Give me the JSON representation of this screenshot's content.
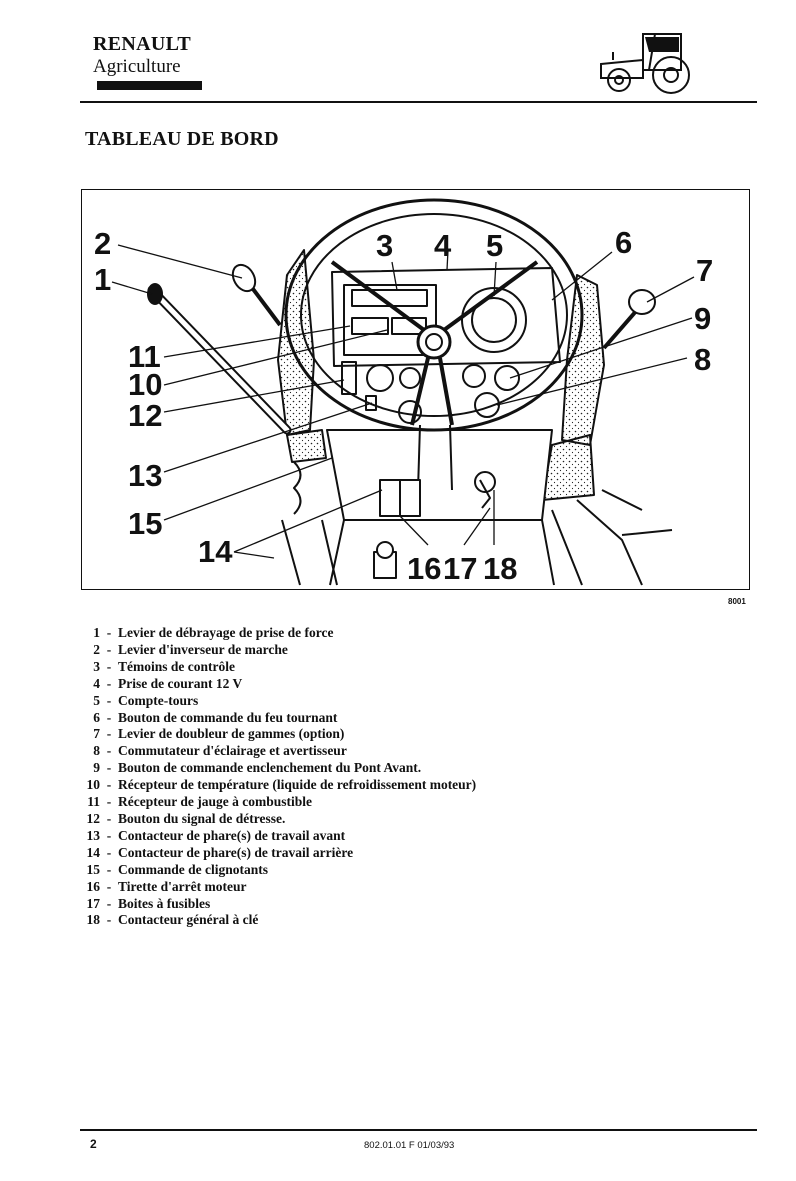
{
  "header": {
    "brand": "RENAULT",
    "division": "Agriculture",
    "logo_icon": "tractor-icon"
  },
  "title": "TABLEAU DE BORD",
  "figure": {
    "code": "8001",
    "callouts": [
      "2",
      "1",
      "3",
      "4",
      "5",
      "6",
      "7",
      "9",
      "8",
      "11",
      "10",
      "12",
      "13",
      "15",
      "14",
      "16",
      "17",
      "18"
    ]
  },
  "legend": [
    {
      "num": "1",
      "text": "Levier de débrayage de prise de force"
    },
    {
      "num": "2",
      "text": "Levier d'inverseur de marche"
    },
    {
      "num": "3",
      "text": "Témoins de contrôle"
    },
    {
      "num": "4",
      "text": "Prise de courant  12 V"
    },
    {
      "num": "5",
      "text": "Compte-tours"
    },
    {
      "num": "6",
      "text": "Bouton de commande du feu tournant"
    },
    {
      "num": "7",
      "text": "Levier de doubleur de gammes (option)"
    },
    {
      "num": "8",
      "text": "Commutateur d'éclairage et avertisseur"
    },
    {
      "num": "9",
      "text": "Bouton de commande enclenchement du Pont Avant."
    },
    {
      "num": "10",
      "text": "Récepteur de température (liquide de refroidissement moteur)"
    },
    {
      "num": "11",
      "text": "Récepteur de jauge à combustible"
    },
    {
      "num": "12",
      "text": "Bouton du signal de détresse."
    },
    {
      "num": "13",
      "text": "Contacteur de phare(s) de travail  avant"
    },
    {
      "num": "14",
      "text": "Contacteur de phare(s) de travail arrière"
    },
    {
      "num": "15",
      "text": "Commande de clignotants"
    },
    {
      "num": "16",
      "text": " Tirette d'arrêt moteur"
    },
    {
      "num": "17",
      "text": "Boites à fusibles"
    },
    {
      "num": "18",
      "text": "Contacteur général à clé"
    }
  ],
  "footer": {
    "page_number": "2",
    "reference": "802.01.01 F  01/03/93"
  }
}
